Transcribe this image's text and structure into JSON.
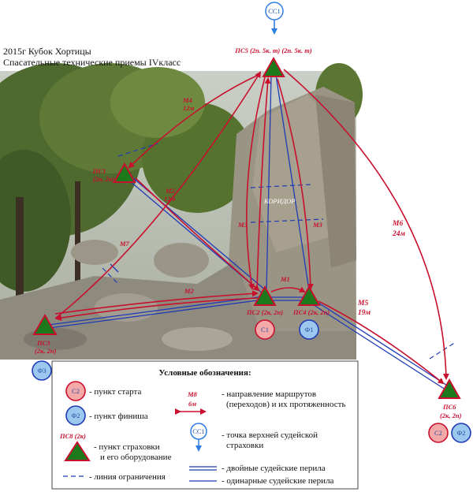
{
  "header": {
    "line1": "2015г Кубок Хортицы",
    "line2": "Спасательные технические приемы IVкласс"
  },
  "colors": {
    "route_red": "#c8102e",
    "rail_blue": "#1f3bb5",
    "triangle_fill": "#1c7a1c",
    "start_fill": "#f4a9a9",
    "finish_fill": "#9cc7ef"
  },
  "judge_point": {
    "label": "СС1"
  },
  "stations": {
    "ps5": {
      "label": "ПС5  (2п. 5к. т)  (2п. 5к. т)"
    },
    "ps1": {
      "label": "ПС1",
      "sub": "(2к, 2п)"
    },
    "ps3": {
      "label": "ПС3",
      "sub": "(2к, 2п)"
    },
    "ps2": {
      "label": "ПС2 (2к, 2п)"
    },
    "ps4": {
      "label": "ПС4 (2к, 2п)"
    },
    "ps6": {
      "label": "ПС6",
      "sub": "(2к, 2п)"
    }
  },
  "markers": {
    "start1": "С1",
    "finish1": "Ф1",
    "finish3": "Ф3",
    "start2": "С2",
    "finish2": "Ф2"
  },
  "routes": {
    "m4": {
      "name": "М4",
      "len": "12м"
    },
    "m2": {
      "name": "М2",
      "len": "12м"
    },
    "m3": {
      "name": "М3",
      "len": ""
    },
    "m3b": {
      "name": "М3",
      "len": ""
    },
    "m1": {
      "name": "М1",
      "len": ""
    },
    "m7": {
      "name": "М7",
      "len": ""
    },
    "m2b": {
      "name": "М2",
      "len": ""
    },
    "m5": {
      "name": "М5",
      "len": "19м"
    },
    "m6": {
      "name": "М6",
      "len": "24м"
    }
  },
  "corridor": "КОРИДОР",
  "legend": {
    "title": "Условные обозначения:",
    "start_marker": "С2",
    "start_desc": "- пункт старта",
    "finish_marker": "Ф2",
    "finish_desc": "- пункт финиша",
    "station_label": "ПС8 (2к)",
    "station_desc1": "- пункт страховки",
    "station_desc2": "и его оборудование",
    "boundary_desc": "- линия ограничения",
    "route_label": "М8",
    "route_len": "6м",
    "route_desc1": "- направление маршрутов",
    "route_desc2": "(переходов) и их протяженность",
    "judge_marker": "СС1",
    "judge_desc1": "- точка верхней судейской",
    "judge_desc2": "страховки",
    "double_rail_desc": "- двойные судейские перила",
    "single_rail_desc": "- одинарные судейские перила"
  }
}
